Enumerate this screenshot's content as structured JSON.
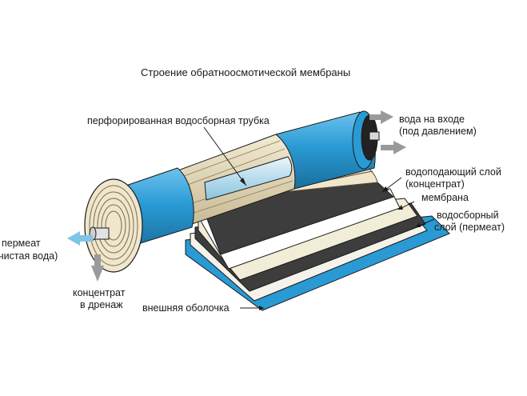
{
  "title": "Строение обратноосмотической мембраны",
  "labels": {
    "tube": "перфорированная водосборная трубка",
    "inlet_1": "вода на входе",
    "inlet_2": "(под давлением)",
    "feed_1": "водоподающий слой",
    "feed_2": "(концентрат)",
    "membrane": "мембрана",
    "collect_1": "водосборный",
    "collect_2": "слой (пермеат)",
    "permeate_1": "пермеат",
    "permeate_2": "(чистая вода)",
    "conc_1": "концентрат",
    "conc_2": "в дренаж",
    "shell": "внешняя оболочка"
  },
  "colors": {
    "shell_blue": "#2a9ad4",
    "shell_dark": "#1a6f9e",
    "layer_dark": "#3d3d3d",
    "layer_cream": "#f1edd6",
    "spiral": "#e6dcc0",
    "arrow_fill": "#9a9a9a",
    "permeate_arrow": "#7fc4e8"
  }
}
